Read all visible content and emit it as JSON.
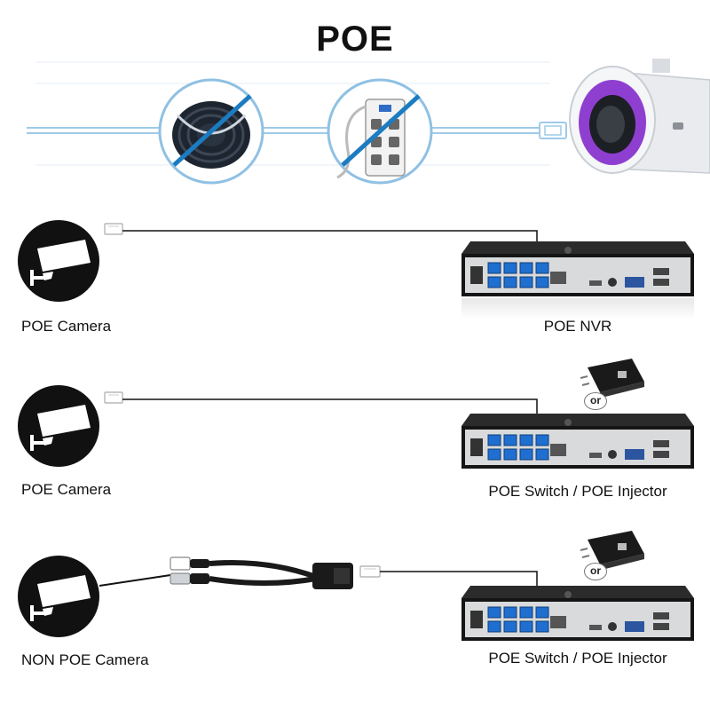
{
  "title": "POE",
  "rows": [
    {
      "device_label": "POE Camera",
      "recorder_label": "POE NVR"
    },
    {
      "device_label": "POE Camera",
      "recorder_label": "POE Switch / POE Injector",
      "or_text": "or"
    },
    {
      "device_label": "NON POE Camera",
      "recorder_label": "POE Switch / POE Injector",
      "or_text": "or"
    }
  ],
  "top_banner": {
    "crossed_items": [
      "power-cable-coil",
      "power-strip"
    ],
    "camera_icon": "bullet-camera"
  },
  "icons": {
    "camera": "security-camera-icon",
    "adapter": "power-adapter-icon",
    "connector": "rj45-connector-icon",
    "splitter": "poe-splitter-icon",
    "recorder": "nvr-box-icon"
  },
  "colors": {
    "banner_line": "#9ecbe8",
    "cross_out": "#1b7cc2",
    "camera_ring": "#8f3fd0",
    "recorder_body": "#151515",
    "port_blue": "#1f6fd0",
    "cable": "#111111"
  }
}
